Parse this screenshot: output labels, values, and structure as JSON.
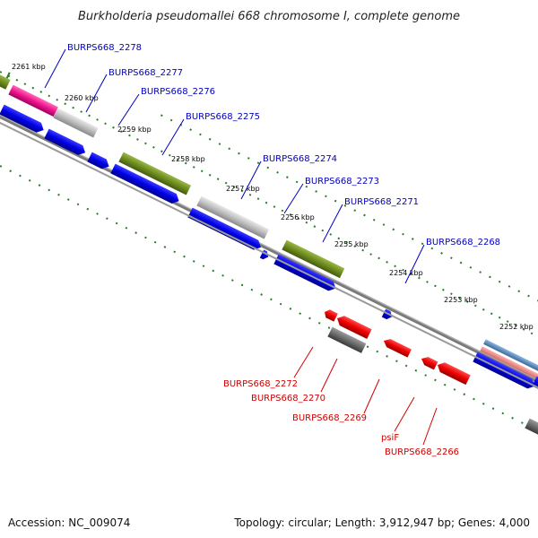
{
  "title": "Burkholderia pseudomallei 668 chromosome I, complete genome",
  "footer": {
    "accession": "Accession: NC_009074",
    "topology": "Topology: circular; Length: 3,912,947 bp; Genes: 4,000"
  },
  "colors": {
    "forward_label": "#0000c0",
    "reverse_label": "#d00000",
    "cds_forward": "#0000e6",
    "cds_reverse": "#ee0000",
    "backbone": "#7a7a7a",
    "tick": "#2a7a2a",
    "cog_olive": "#6e8c1e",
    "cog_pink": "#f0148c",
    "cog_gray": "#bdbdbd",
    "cog_darkgray": "#6a6a6a",
    "cog_steel": "#5a8cbe",
    "cog_salmon": "#f08c8c"
  },
  "kbp_labels": [
    "2261 kbp",
    "2260 kbp",
    "2259 kbp",
    "2258 kbp",
    "2257 kbp",
    "2256 kbp",
    "2255 kbp",
    "2254 kbp",
    "2253 kbp",
    "2252 kbp"
  ],
  "genes_forward": [
    "BURPS668_2278",
    "BURPS668_2277",
    "BURPS668_2276",
    "BURPS668_2275",
    "BURPS668_2274",
    "BURPS668_2273",
    "BURPS668_2271",
    "BURPS668_2268"
  ],
  "genes_reverse": [
    "BURPS668_2272",
    "BURPS668_2270",
    "BURPS668_2269",
    "psiF",
    "BURPS668_2266"
  ]
}
